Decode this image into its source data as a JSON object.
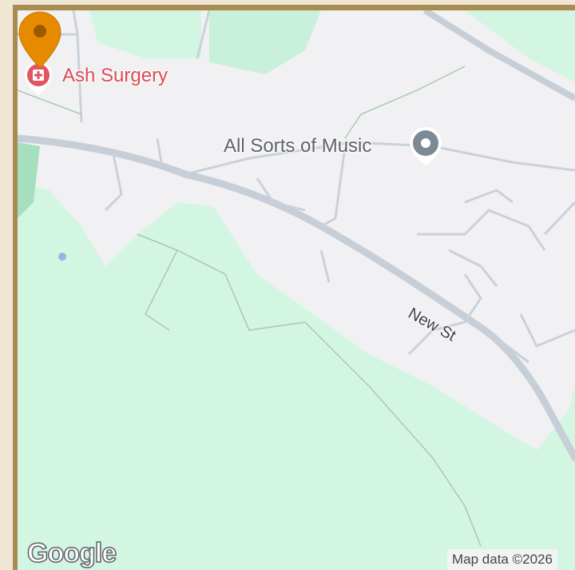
{
  "map": {
    "pois": {
      "surgery": {
        "label": "Ash Surgery",
        "color": "#dd4a56",
        "icon": "hospital-icon"
      },
      "music": {
        "label": "All Sorts of Music",
        "color": "#5f6367",
        "icon": "location-marker-icon"
      }
    },
    "streets": {
      "new_st": "New St"
    },
    "marker": {
      "icon": "map-pin-icon",
      "color": "#e68a00"
    },
    "logo": "Google",
    "attribution": "Map data ©2026",
    "colors": {
      "land": "#d3f6e2",
      "urban": "#f1f1f3",
      "road": "#c6cfd8",
      "park": "#b9e8cd"
    }
  }
}
